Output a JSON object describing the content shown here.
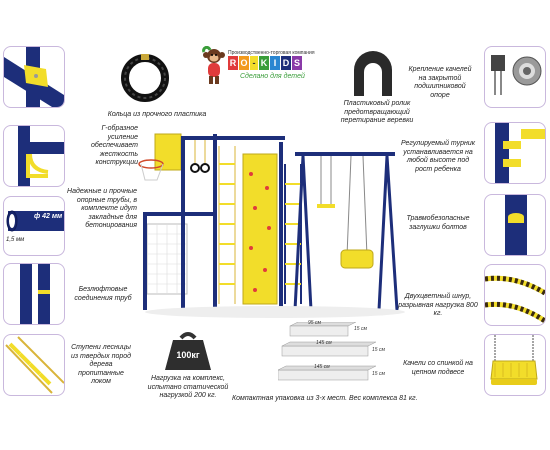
{
  "brand": {
    "company_line": "Производственно-торговая компания",
    "letters": [
      "R",
      "O",
      "-",
      "K",
      "I",
      "D",
      "S"
    ],
    "tagline": "Сделано для детей"
  },
  "captions": {
    "rings": "Кольца из прочного пластика",
    "roller": "Пластиковый ролик предотвращающий перетирание веревки",
    "bearing": "Крепление качелей на закрытой подшипниковой опоре",
    "l_bracket": "Г-образное усиление обеспечивает жесткость конструкции",
    "bar": "Регулируемый турник устанавливается на любой высоте под рост ребенка",
    "pipes": "Надежные и прочные опорные трубы, в комплекте идут закладные для бетонирования",
    "plugs": "Травмобезопасные заглушки болтов",
    "joints": "Безлюфтовые соединения труб",
    "rope": "Двухцветный шнур, разрывная нагрузка 800 кг.",
    "ladder": "Ступени лесницы из твердых пород дерева пропитанные локом",
    "load": "Нагрузка на комплекс, испытано статической нагрузкой 200 кг.",
    "seat": "Качели со спинкой на цепном подвесе",
    "package": "Компактная упаковка из 3-х мест. Вес комплекса 81 кг."
  },
  "pipe_dims": {
    "thickness": "1,5 мм",
    "diameter": "ф 42 мм"
  },
  "weight_label": "100кг",
  "boxes": [
    {
      "length": "95 см",
      "height": "15 см"
    },
    {
      "length": "145 см",
      "height": "15 см"
    },
    {
      "length": "145 см",
      "height": "15 см"
    }
  ],
  "colors": {
    "blue": "#1d2e7a",
    "yellow": "#f2dd2a",
    "frame": "#c9b8dd"
  }
}
